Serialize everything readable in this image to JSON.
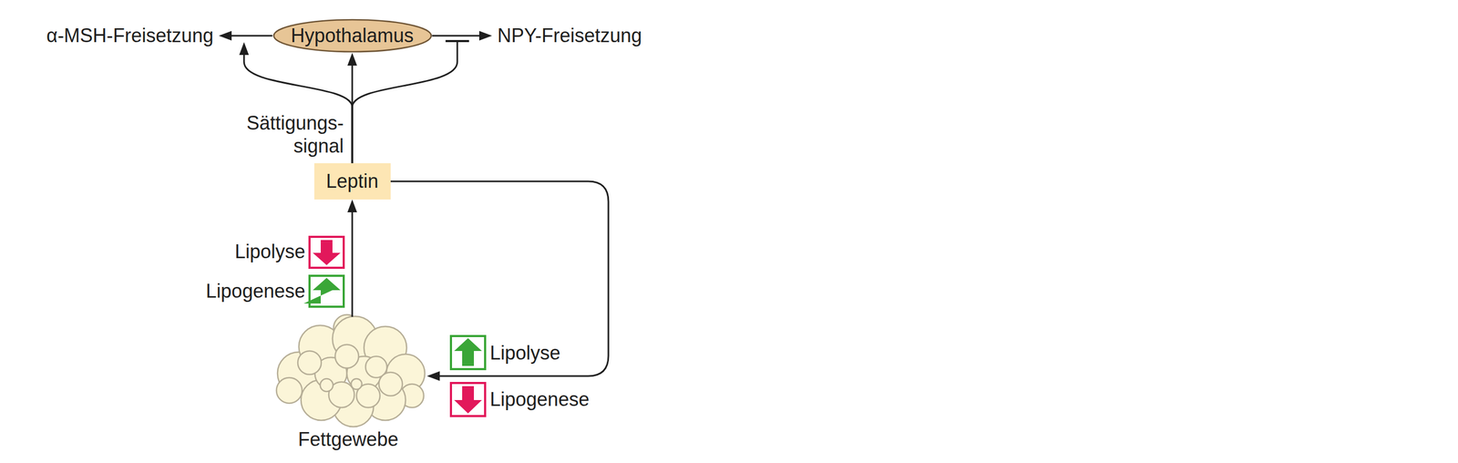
{
  "diagram": {
    "nodes": [
      {
        "text": [
          "α-MSH-Freisetzung"
        ]
      },
      {
        "text": [
          "Hypothalamus"
        ]
      },
      {
        "text": [
          "NPY-Freisetzung"
        ]
      },
      {
        "text": [
          "Leptin"
        ]
      },
      {
        "text": [
          "Fettgewebe"
        ]
      }
    ],
    "edges": [
      {
        "from": 1,
        "to": 0,
        "arrow": "to"
      },
      {
        "from": 1,
        "to": 2,
        "arrow": "to"
      },
      {
        "from": 3,
        "to": 1,
        "label": "Sättigungs- signal",
        "arrow": "to"
      },
      {
        "from": 3,
        "to": 0,
        "arrow": "to"
      },
      {
        "from": 3,
        "to": 2,
        "arrow": "none"
      },
      {
        "from": 4,
        "to": 3,
        "arrow": "to"
      },
      {
        "from": 3,
        "to": 4,
        "arrow": "to"
      }
    ],
    "labels": [
      "Lipolyse",
      "Lipogenese",
      "Lipolyse",
      "Lipogenese"
    ]
  }
}
